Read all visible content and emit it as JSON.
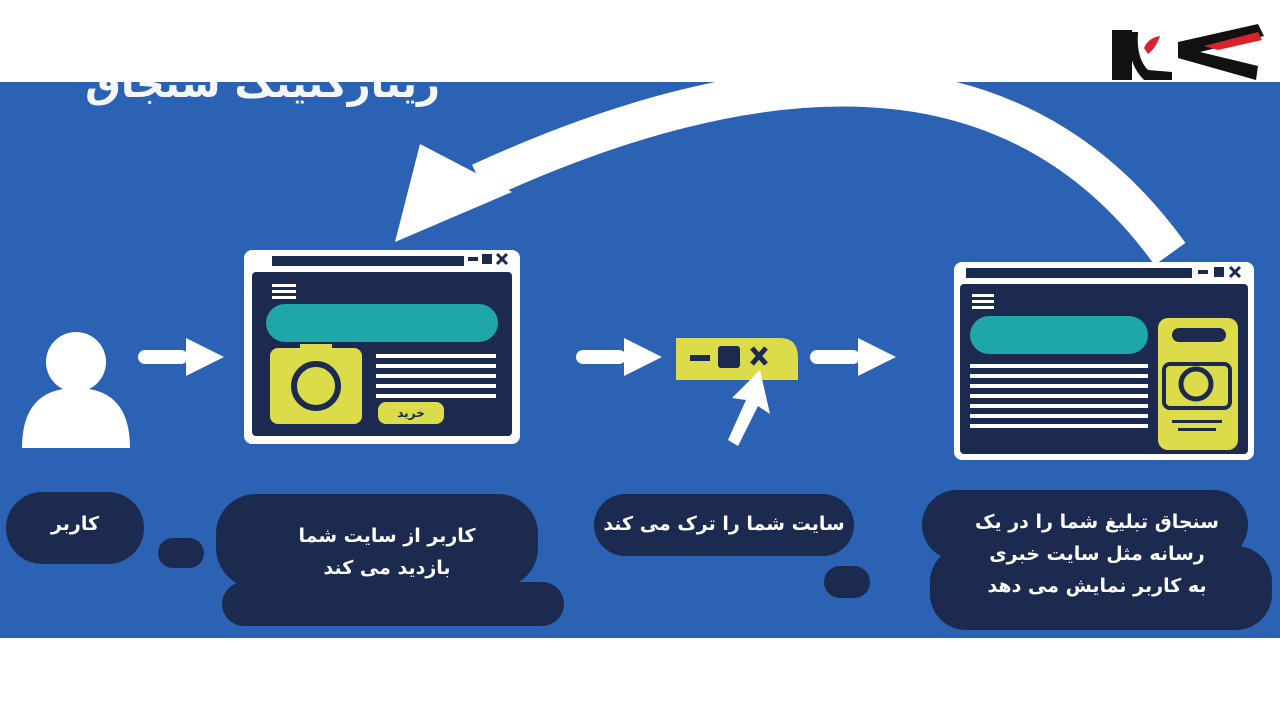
{
  "header": {
    "logo_text": "رکنا"
  },
  "diagram": {
    "title": "ریتارگتینگ سنجاق",
    "steps": [
      {
        "id": "user",
        "caption": "کاربر",
        "icon": "user-icon"
      },
      {
        "id": "visit",
        "caption_lines": [
          "کاربر از سایت شما",
          "بازدید می کند"
        ],
        "icon": "browser-window-icon",
        "button_label": "خرید"
      },
      {
        "id": "leave",
        "caption": "سایت شما را ترک می کند",
        "icon": "close-window-icon"
      },
      {
        "id": "ad",
        "caption_lines": [
          "سنجاق تبلیغ شما را در یک",
          "رسانه مثل سایت خبری",
          "به کاربر نمایش می دهد"
        ],
        "icon": "news-site-ad-icon"
      }
    ]
  },
  "colors": {
    "background": "#2b62b3",
    "navy": "#1b2a4e",
    "teal": "#1fa6a8",
    "yellow": "#dcdc4a",
    "white": "#ffffff",
    "logo_red": "#d9222a",
    "logo_black": "#111111"
  }
}
